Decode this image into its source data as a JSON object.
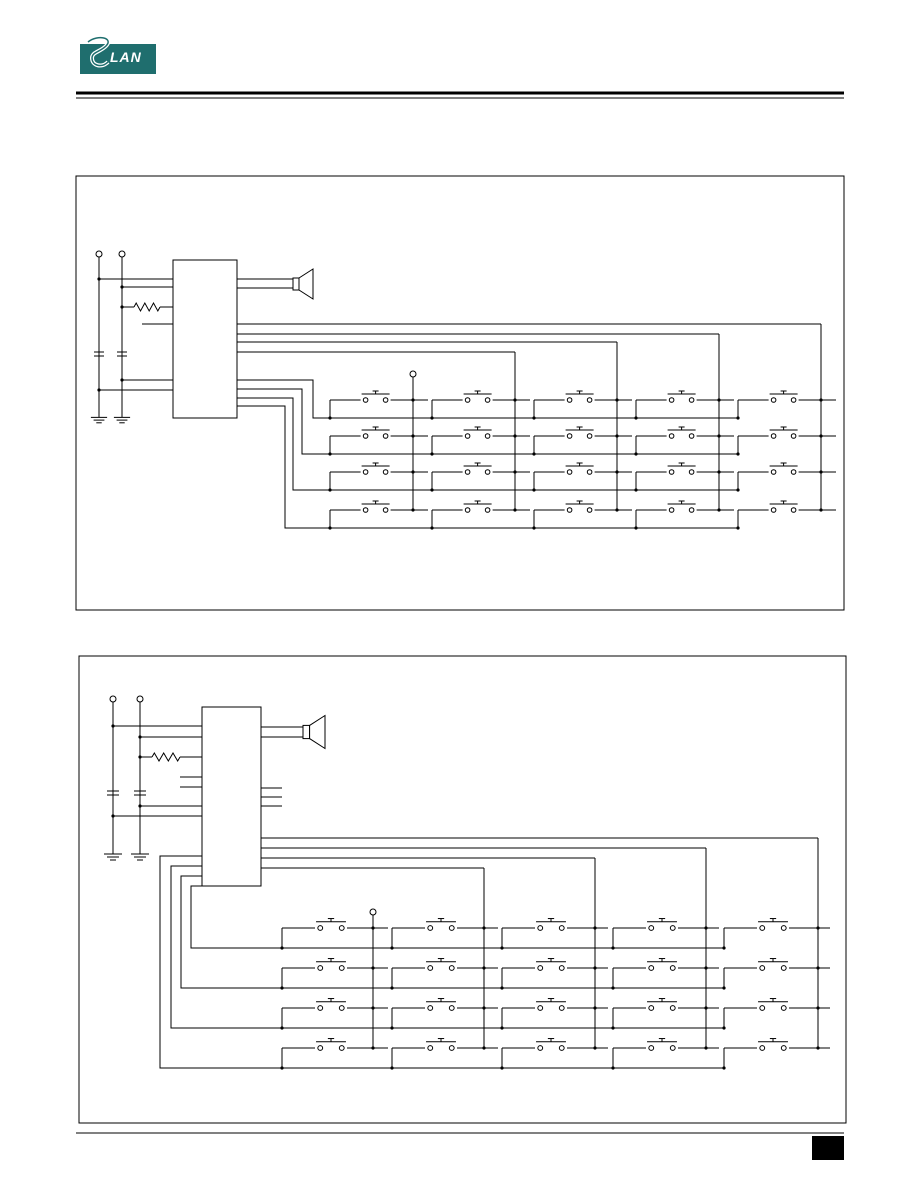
{
  "header": {
    "logo_text": "LAN",
    "logo_color": "#1f6e6e"
  },
  "figures": [
    {
      "id": "diagram-1",
      "rows": 4,
      "cols": 5
    },
    {
      "id": "diagram-2",
      "rows": 4,
      "cols": 5
    }
  ]
}
